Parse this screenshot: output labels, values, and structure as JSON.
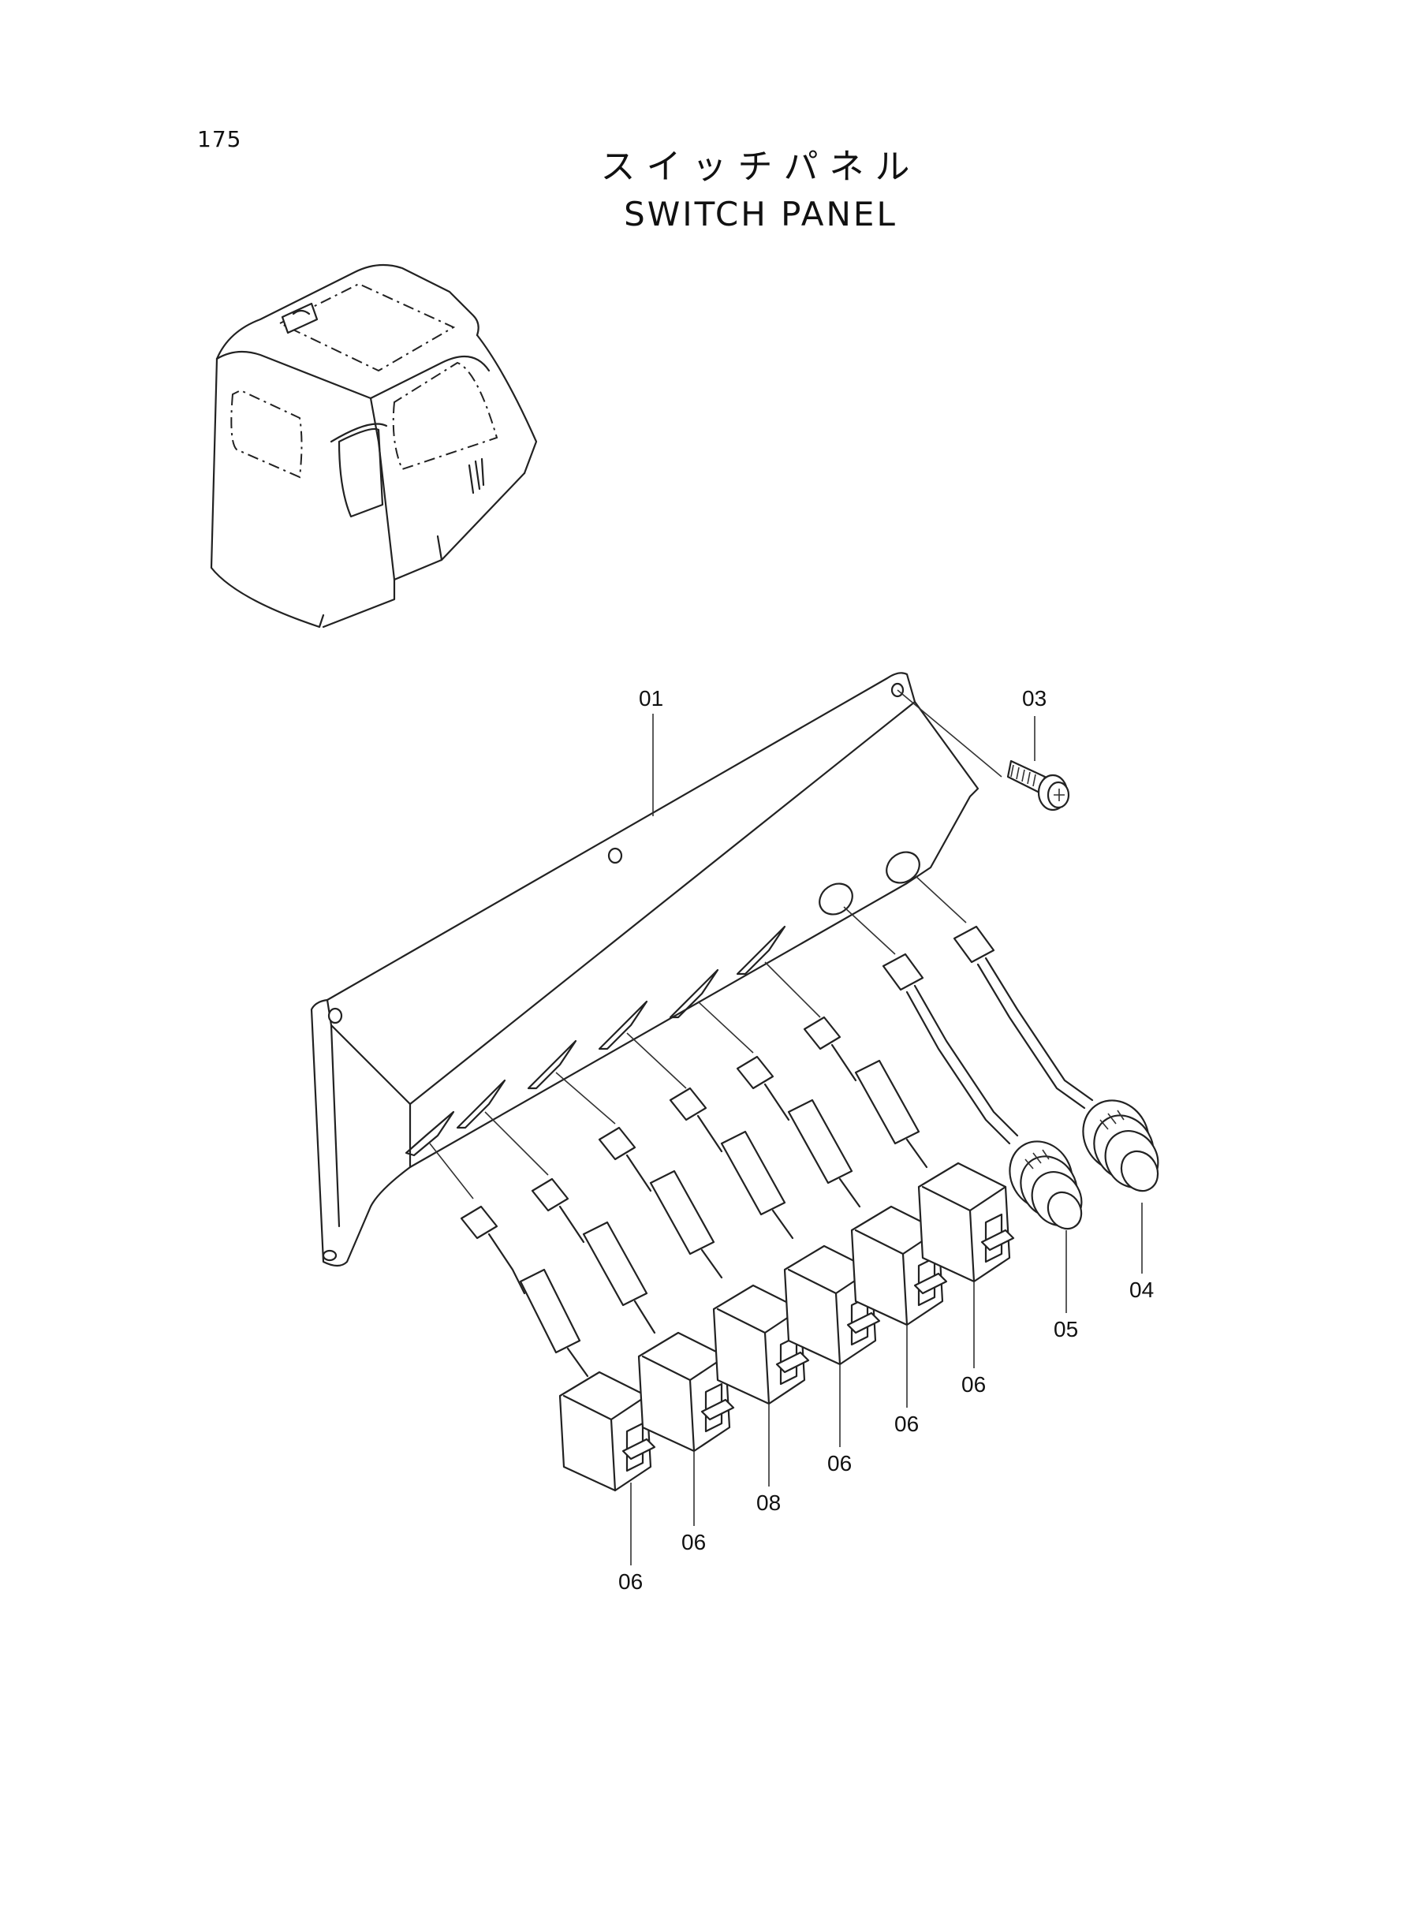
{
  "page": {
    "number": "175",
    "title_jp": "スイッチパネル",
    "title_en": "SWITCH PANEL"
  },
  "callouts": [
    {
      "id": "c01",
      "label": "01"
    },
    {
      "id": "c03",
      "label": "03"
    },
    {
      "id": "c04",
      "label": "04"
    },
    {
      "id": "c05",
      "label": "05"
    },
    {
      "id": "c06a",
      "label": "06"
    },
    {
      "id": "c06b",
      "label": "06"
    },
    {
      "id": "c06c",
      "label": "06"
    },
    {
      "id": "c06d",
      "label": "06"
    },
    {
      "id": "c06e",
      "label": "06"
    },
    {
      "id": "c08",
      "label": "08"
    }
  ]
}
